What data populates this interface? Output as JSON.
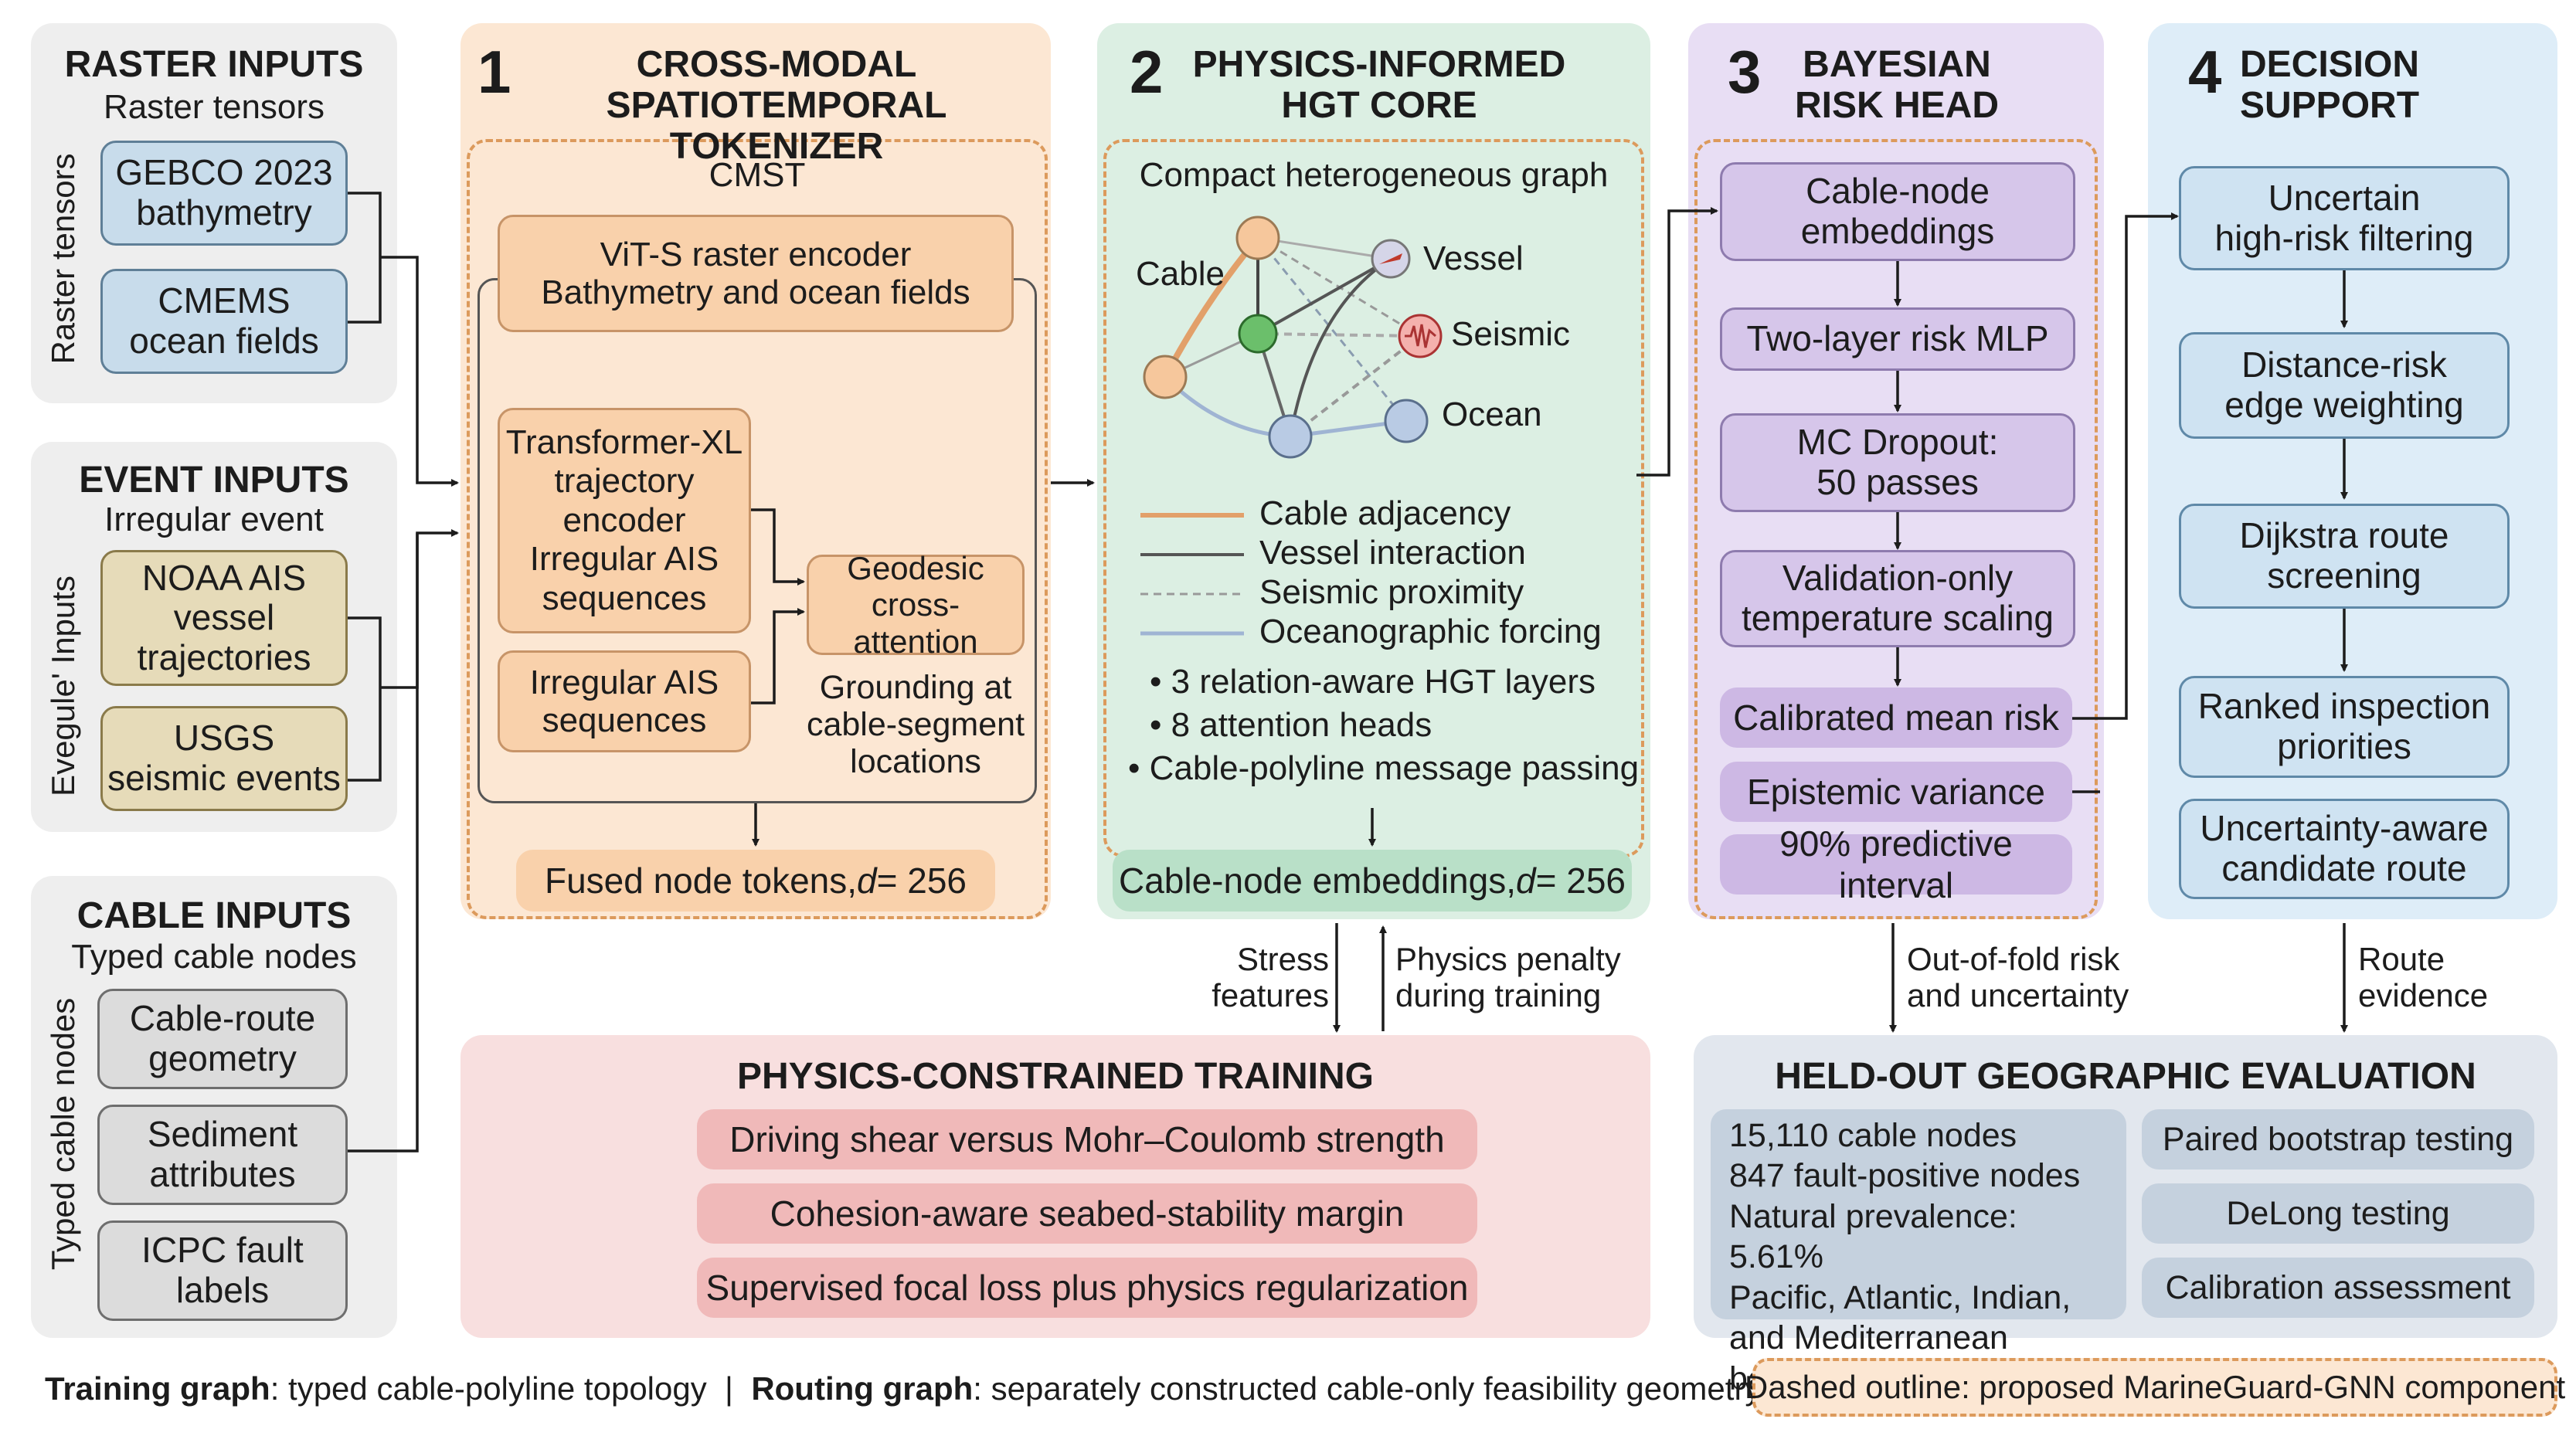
{
  "raster": {
    "title": "RASTER INPUTS",
    "subtitle": "Raster tensors",
    "side": "Raster tensors",
    "items": [
      "GEBCO 2023\nbathymetry",
      "CMEMS\nocean fields"
    ]
  },
  "event": {
    "title": "EVENT INPUTS",
    "subtitle": "Irregular event sequences",
    "side": "Evegule' Inputs",
    "items": [
      "NOAA AIS\nvessel\ntrajectories",
      "USGS\nseismic events"
    ]
  },
  "cable": {
    "title": "CABLE INPUTS",
    "subtitle": "Typed cable nodes",
    "side": "Typed cable nodes",
    "items": [
      "Cable-route\ngeometry",
      "Sediment\nattributes",
      "ICPC fault\nlabels"
    ]
  },
  "s1": {
    "num": "1",
    "title": "CROSS-MODAL\nSPATIOTEMPORAL TOKENIZER",
    "cmst": "CMST",
    "vit": "ViT-S raster encoder\nBathymetry and ocean fields",
    "txl": "Transformer-XL\ntrajectory\nencoder\nIrregular AIS\nsequences",
    "ais": "Irregular AIS\nsequences",
    "geo": "Geodesic\ncross-attention",
    "grounding": "Grounding at\ncable-segment\nlocations",
    "out": "Fused node tokens, ",
    "out_sym": "d",
    "out_val": " = 256"
  },
  "s2": {
    "num": "2",
    "title": "PHYSICS-INFORMED\nHGT CORE",
    "graph_title": "Compact heterogeneous graph",
    "nodes": {
      "cable": "Cable",
      "vessel": "Vessel",
      "seismic": "Seismic",
      "ocean": "Ocean"
    },
    "legend": [
      "Cable adjacency",
      "Vessel interaction",
      "Seismic proximity",
      "Oceanographic forcing"
    ],
    "bullets": [
      "• 3 relation-aware HGT layers",
      "• 8 attention heads",
      "• Cable-polyline message passing"
    ],
    "out": "Cable-node embeddings, ",
    "out_sym": "d",
    "out_val": " = 256"
  },
  "s3": {
    "num": "3",
    "title": "BAYESIAN\nRISK HEAD",
    "steps": [
      "Cable-node\nembeddings",
      "Two-layer risk MLP",
      "MC Dropout:\n50 passes",
      "Validation-only\ntemperature scaling"
    ],
    "outputs": [
      "Calibrated mean risk",
      "Epistemic variance",
      "90% predictive interval"
    ]
  },
  "s4": {
    "num": "4",
    "title": "DECISION\nSUPPORT",
    "steps": [
      "Uncertain\nhigh-risk filtering",
      "Distance-risk\nedge weighting",
      "Dijkstra route\nscreening",
      "Ranked inspection\npriorities",
      "Uncertainty-aware\ncandidate route"
    ]
  },
  "arrows": {
    "stress": "Stress\nfeatures",
    "penalty": "Physics penalty\nduring training",
    "oof": "Out-of-fold risk\nand uncertainty",
    "route": "Route\nevidence"
  },
  "train": {
    "title": "PHYSICS-CONSTRAINED TRAINING",
    "items": [
      "Driving shear versus Mohr–Coulomb strength",
      "Cohesion-aware seabed-stability margin",
      "Supervised focal loss plus physics regularization"
    ]
  },
  "evalp": {
    "title": "HELD-OUT GEOGRAPHIC EVALUATION",
    "stats": "15,110 cable nodes\n847 fault-positive nodes\nNatural prevalence: 5.61%\nPacific, Atlantic, Indian,\nand Mediterranean basins",
    "tests": [
      "Paired bootstrap testing",
      "DeLong testing",
      "Calibration assessment"
    ]
  },
  "footer": {
    "b1": "Training graph",
    "t1": ": typed cable-polyline topology  |  ",
    "b2": "Routing graph",
    "t2": ": separately constructed cable-only feasibility geometry",
    "legend": "Dashed outline: proposed MarineGuard-GNN component"
  },
  "colors": {
    "raster_fill": "#c8dceb",
    "event_fill": "#e6dbb9",
    "cable_fill": "#dcdcdc",
    "s1_bg": "#fce7d3",
    "s2_bg": "#dcefe3",
    "s3_bg": "#e8def4",
    "s4_bg": "#deedf8",
    "train_bg": "#f8dfdf",
    "eval_bg": "#e2e7ee"
  }
}
